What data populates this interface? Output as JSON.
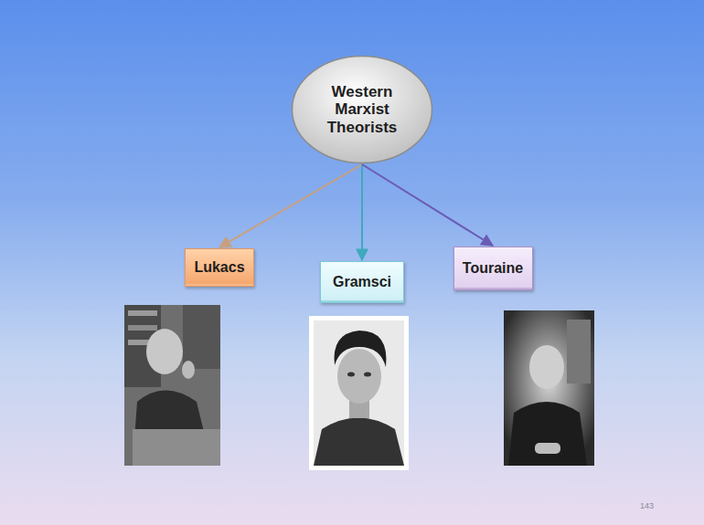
{
  "diagram": {
    "nodes": [
      {
        "text": [
          "Western Marxist Theorists"
        ]
      },
      {
        "text": [
          "Lukacs"
        ]
      },
      {
        "text": [
          "Gramsci"
        ]
      },
      {
        "text": [
          "Touraine"
        ]
      }
    ],
    "edges": [
      {
        "from": 0,
        "to": 1,
        "arrow": "to"
      },
      {
        "from": 0,
        "to": 2,
        "arrow": "to"
      },
      {
        "from": 0,
        "to": 3,
        "arrow": "to"
      }
    ],
    "labels": [
      "143"
    ]
  }
}
